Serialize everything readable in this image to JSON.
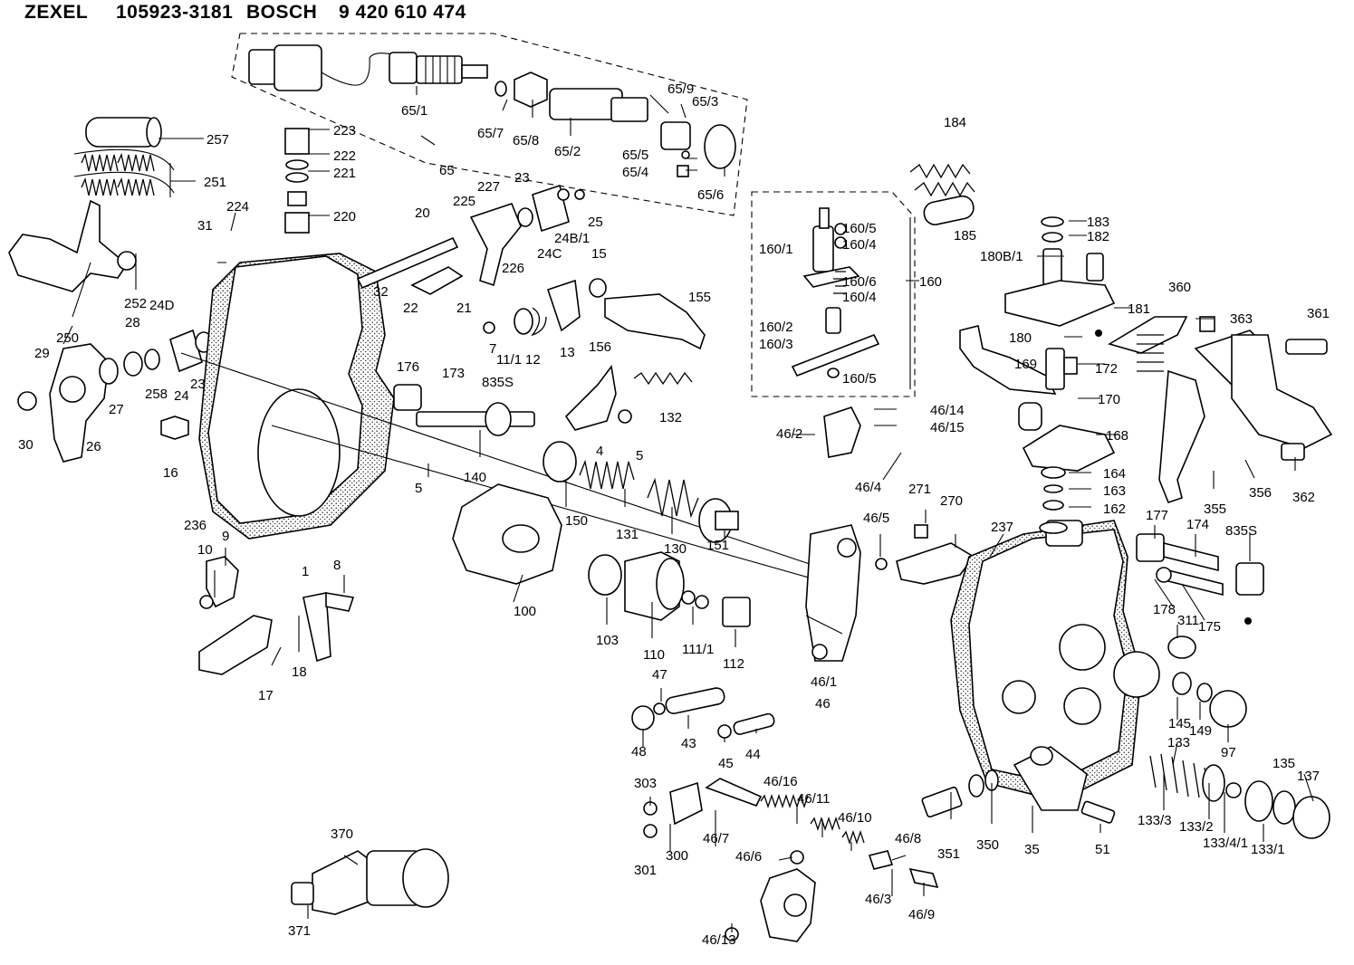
{
  "header": {
    "brand1": "ZEXEL",
    "num1": "105923-3181",
    "brand2": "BOSCH",
    "num2": "9 420 610 474"
  },
  "labels": [
    {
      "key": "65/1",
      "text": "65/1"
    },
    {
      "key": "65/7",
      "text": "65/7"
    },
    {
      "key": "65/8",
      "text": "65/8"
    },
    {
      "key": "65/2",
      "text": "65/2"
    },
    {
      "key": "65/9",
      "text": "65/9"
    },
    {
      "key": "65/3",
      "text": "65/3"
    },
    {
      "key": "65/5",
      "text": "65/5"
    },
    {
      "key": "65/4",
      "text": "65/4"
    },
    {
      "key": "65/6",
      "text": "65/6"
    },
    {
      "key": "65",
      "text": "65"
    },
    {
      "key": "257",
      "text": "257"
    },
    {
      "key": "251",
      "text": "251"
    },
    {
      "key": "223",
      "text": "223"
    },
    {
      "key": "222",
      "text": "222"
    },
    {
      "key": "221",
      "text": "221"
    },
    {
      "key": "220",
      "text": "220"
    },
    {
      "key": "224",
      "text": "224"
    },
    {
      "key": "31",
      "text": "31"
    },
    {
      "key": "252",
      "text": "252"
    },
    {
      "key": "250",
      "text": "250"
    },
    {
      "key": "28",
      "text": "28"
    },
    {
      "key": "24D",
      "text": "24D"
    },
    {
      "key": "29",
      "text": "29"
    },
    {
      "key": "258",
      "text": "258"
    },
    {
      "key": "24",
      "text": "24"
    },
    {
      "key": "23a",
      "text": "23"
    },
    {
      "key": "27",
      "text": "27"
    },
    {
      "key": "26",
      "text": "26"
    },
    {
      "key": "30",
      "text": "30"
    },
    {
      "key": "16",
      "text": "16"
    },
    {
      "key": "236",
      "text": "236"
    },
    {
      "key": "1",
      "text": "1"
    },
    {
      "key": "32",
      "text": "32"
    },
    {
      "key": "20",
      "text": "20"
    },
    {
      "key": "225",
      "text": "225"
    },
    {
      "key": "227",
      "text": "227"
    },
    {
      "key": "23b",
      "text": "23"
    },
    {
      "key": "22",
      "text": "22"
    },
    {
      "key": "21",
      "text": "21"
    },
    {
      "key": "226",
      "text": "226"
    },
    {
      "key": "24C",
      "text": "24C"
    },
    {
      "key": "24B/1",
      "text": "24B/1"
    },
    {
      "key": "25",
      "text": "25"
    },
    {
      "key": "15",
      "text": "15"
    },
    {
      "key": "7",
      "text": "7"
    },
    {
      "key": "11/1",
      "text": "11/1"
    },
    {
      "key": "12",
      "text": "12"
    },
    {
      "key": "13",
      "text": "13"
    },
    {
      "key": "155",
      "text": "155"
    },
    {
      "key": "156",
      "text": "156"
    },
    {
      "key": "176",
      "text": "176"
    },
    {
      "key": "173",
      "text": "173"
    },
    {
      "key": "835Sa",
      "text": "835S"
    },
    {
      "key": "132",
      "text": "132"
    },
    {
      "key": "4",
      "text": "4"
    },
    {
      "key": "5a",
      "text": "5"
    },
    {
      "key": "5b",
      "text": "5"
    },
    {
      "key": "140",
      "text": "140"
    },
    {
      "key": "150",
      "text": "150"
    },
    {
      "key": "131",
      "text": "131"
    },
    {
      "key": "130",
      "text": "130"
    },
    {
      "key": "151",
      "text": "151"
    },
    {
      "key": "9",
      "text": "9"
    },
    {
      "key": "10",
      "text": "10"
    },
    {
      "key": "8",
      "text": "8"
    },
    {
      "key": "18",
      "text": "18"
    },
    {
      "key": "17",
      "text": "17"
    },
    {
      "key": "100",
      "text": "100"
    },
    {
      "key": "103",
      "text": "103"
    },
    {
      "key": "110",
      "text": "110"
    },
    {
      "key": "111/1",
      "text": "111/1"
    },
    {
      "key": "112",
      "text": "112"
    },
    {
      "key": "184",
      "text": "184"
    },
    {
      "key": "185",
      "text": "185"
    },
    {
      "key": "160/5a",
      "text": "160/5"
    },
    {
      "key": "160/4a",
      "text": "160/4"
    },
    {
      "key": "160/1",
      "text": "160/1"
    },
    {
      "key": "160/6",
      "text": "160/6"
    },
    {
      "key": "160/4b",
      "text": "160/4"
    },
    {
      "key": "160",
      "text": "160"
    },
    {
      "key": "160/2",
      "text": "160/2"
    },
    {
      "key": "160/3",
      "text": "160/3"
    },
    {
      "key": "160/5b",
      "text": "160/5"
    },
    {
      "key": "46/14",
      "text": "46/14"
    },
    {
      "key": "46/15",
      "text": "46/15"
    },
    {
      "key": "46/2",
      "text": "46/2"
    },
    {
      "key": "46/4",
      "text": "46/4"
    },
    {
      "key": "271",
      "text": "271"
    },
    {
      "key": "270",
      "text": "270"
    },
    {
      "key": "46/5",
      "text": "46/5"
    },
    {
      "key": "237",
      "text": "237"
    },
    {
      "key": "183",
      "text": "183"
    },
    {
      "key": "182",
      "text": "182"
    },
    {
      "key": "180B/1",
      "text": "180B/1"
    },
    {
      "key": "181",
      "text": "181"
    },
    {
      "key": "180",
      "text": "180"
    },
    {
      "key": "169",
      "text": "169"
    },
    {
      "key": "172",
      "text": "172"
    },
    {
      "key": "170",
      "text": "170"
    },
    {
      "key": "168",
      "text": "168"
    },
    {
      "key": "164",
      "text": "164"
    },
    {
      "key": "163",
      "text": "163"
    },
    {
      "key": "162",
      "text": "162"
    },
    {
      "key": "360",
      "text": "360"
    },
    {
      "key": "363",
      "text": "363"
    },
    {
      "key": "361",
      "text": "361"
    },
    {
      "key": "355",
      "text": "355"
    },
    {
      "key": "356",
      "text": "356"
    },
    {
      "key": "362",
      "text": "362"
    },
    {
      "key": "177",
      "text": "177"
    },
    {
      "key": "174",
      "text": "174"
    },
    {
      "key": "835Sb",
      "text": "835S"
    },
    {
      "key": "178",
      "text": "178"
    },
    {
      "key": "311",
      "text": "311"
    },
    {
      "key": "175",
      "text": "175"
    },
    {
      "key": "47",
      "text": "47"
    },
    {
      "key": "48",
      "text": "48"
    },
    {
      "key": "43",
      "text": "43"
    },
    {
      "key": "45",
      "text": "45"
    },
    {
      "key": "44",
      "text": "44"
    },
    {
      "key": "46/1",
      "text": "46/1"
    },
    {
      "key": "46",
      "text": "46"
    },
    {
      "key": "145",
      "text": "145"
    },
    {
      "key": "149",
      "text": "149"
    },
    {
      "key": "97",
      "text": "97"
    },
    {
      "key": "133",
      "text": "133"
    },
    {
      "key": "135",
      "text": "135"
    },
    {
      "key": "137",
      "text": "137"
    },
    {
      "key": "133/3",
      "text": "133/3"
    },
    {
      "key": "133/2",
      "text": "133/2"
    },
    {
      "key": "133/4/1",
      "text": "133/4/1"
    },
    {
      "key": "133/1",
      "text": "133/1"
    },
    {
      "key": "303",
      "text": "303"
    },
    {
      "key": "301",
      "text": "301"
    },
    {
      "key": "300",
      "text": "300"
    },
    {
      "key": "46/16",
      "text": "46/16"
    },
    {
      "key": "46/11",
      "text": "46/11"
    },
    {
      "key": "46/10",
      "text": "46/10"
    },
    {
      "key": "46/7",
      "text": "46/7"
    },
    {
      "key": "46/6",
      "text": "46/6"
    },
    {
      "key": "46/8",
      "text": "46/8"
    },
    {
      "key": "46/3",
      "text": "46/3"
    },
    {
      "key": "46/9",
      "text": "46/9"
    },
    {
      "key": "46/13",
      "text": "46/13"
    },
    {
      "key": "351",
      "text": "351"
    },
    {
      "key": "350",
      "text": "350"
    },
    {
      "key": "35",
      "text": "35"
    },
    {
      "key": "51",
      "text": "51"
    },
    {
      "key": "370",
      "text": "370"
    },
    {
      "key": "371",
      "text": "371"
    }
  ]
}
